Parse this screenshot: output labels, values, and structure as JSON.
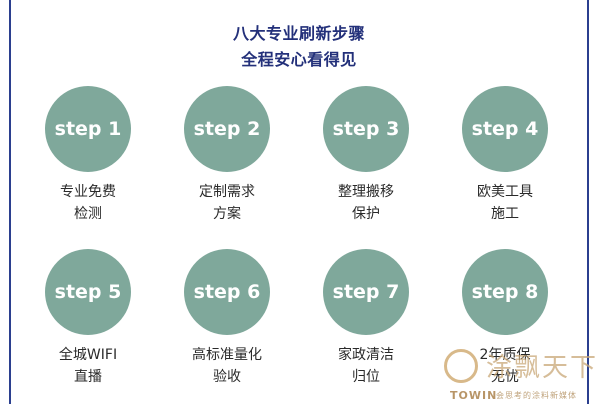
{
  "header": {
    "title_line1": "八大专业刷新步骤",
    "title_line2": "全程安心看得见"
  },
  "steps": [
    {
      "badge": "step 1",
      "line1": "专业免费",
      "line2": "检测"
    },
    {
      "badge": "step 2",
      "line1": "定制需求",
      "line2": "方案"
    },
    {
      "badge": "step 3",
      "line1": "整理搬移",
      "line2": "保护"
    },
    {
      "badge": "step 4",
      "line1": "欧美工具",
      "line2": "施工"
    },
    {
      "badge": "step 5",
      "line1": "全城WIFI",
      "line2": "直播"
    },
    {
      "badge": "step 6",
      "line1": "高标准量化",
      "line2": "验收"
    },
    {
      "badge": "step 7",
      "line1": "家政清洁",
      "line2": "归位"
    },
    {
      "badge": "step 8",
      "line1": "2年质保",
      "line2": "无忧"
    }
  ],
  "watermark": {
    "script_text": "涂飘天下",
    "brand": "TOWIN",
    "tagline": "会思考的涂料新媒体"
  },
  "colors": {
    "circle": "#7fa89b",
    "title": "#23307a",
    "frame_line": "#2b3f8f"
  }
}
